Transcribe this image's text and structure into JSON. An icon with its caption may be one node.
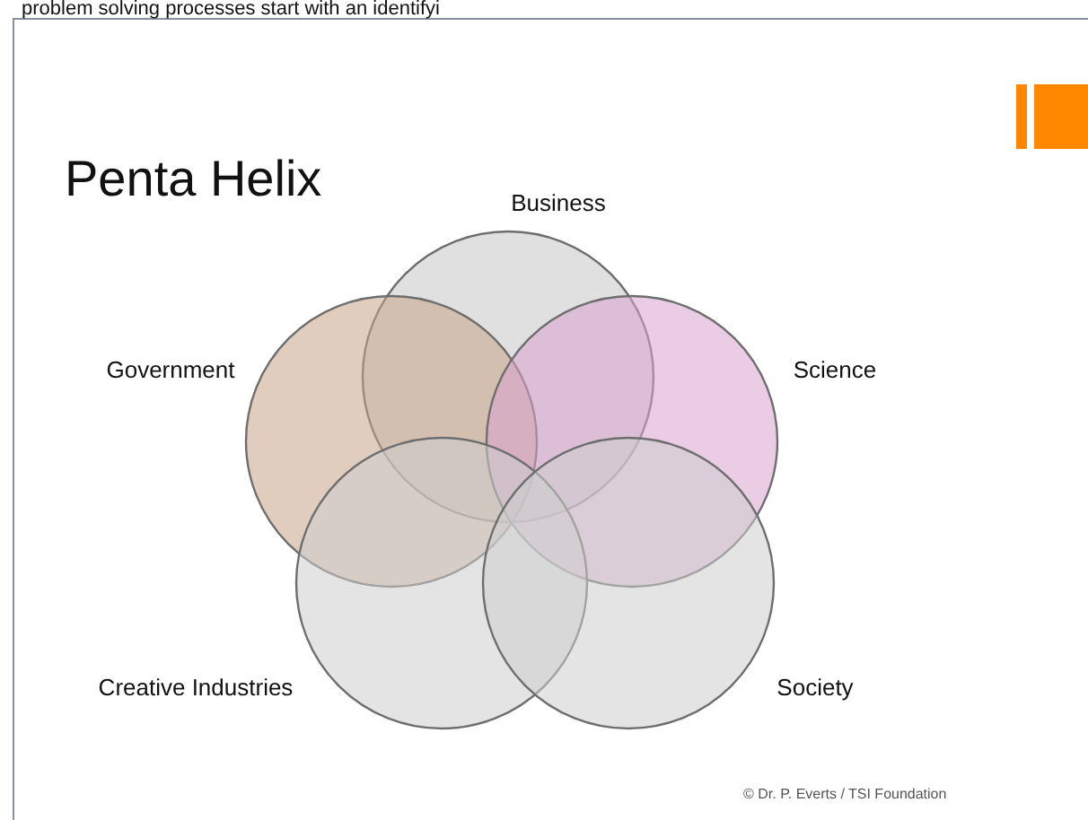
{
  "diagram": {
    "title": "Penta Helix",
    "nodes": [
      {
        "text": [
          "Business"
        ]
      },
      {
        "text": [
          "Government"
        ]
      },
      {
        "text": [
          "Science"
        ]
      },
      {
        "text": [
          "Creative Industries"
        ]
      },
      {
        "text": [
          "Society"
        ]
      }
    ],
    "labels": [
      "problem solving processes start with an identifyi",
      "© Dr. P. Everts / TSI Foundation"
    ]
  }
}
